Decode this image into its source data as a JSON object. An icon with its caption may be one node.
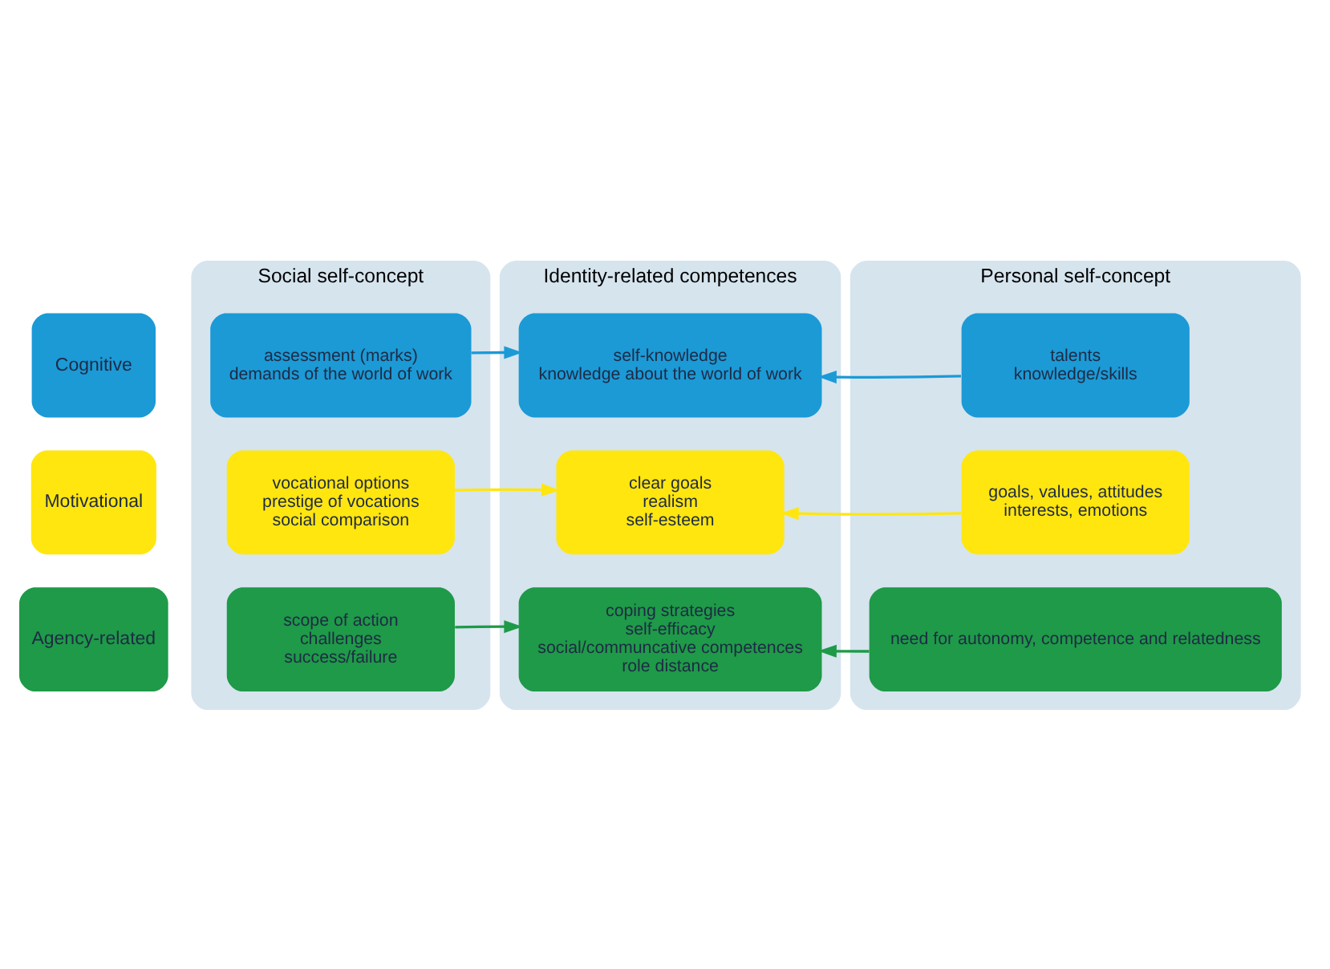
{
  "diagram": {
    "nodes": [
      {
        "text": [
          "Social self-concept"
        ]
      },
      {
        "text": [
          "Identity-related competences"
        ]
      },
      {
        "text": [
          "Personal self-concept"
        ]
      },
      {
        "text": [
          "Cognitive"
        ]
      },
      {
        "text": [
          "Motivational"
        ]
      },
      {
        "text": [
          "Agency-related"
        ]
      },
      {
        "text": [
          "assessment (marks)",
          "demands of the world of work"
        ],
        "in": 0
      },
      {
        "text": [
          "self-knowledge",
          "knowledge about the world of work"
        ],
        "in": 1
      },
      {
        "text": [
          "talents",
          "knowledge/skills"
        ],
        "in": 2
      },
      {
        "text": [
          "vocational options",
          "prestige of vocations",
          "social comparison"
        ],
        "in": 0
      },
      {
        "text": [
          "clear goals",
          "realism",
          "self-esteem"
        ],
        "in": 1
      },
      {
        "text": [
          "goals, values, attitudes",
          "interests, emotions"
        ],
        "in": 2
      },
      {
        "text": [
          "scope of action",
          "challenges",
          "success/failure"
        ],
        "in": 0
      },
      {
        "text": [
          "coping strategies",
          "self-efficacy",
          "social/communcative competences",
          "role distance"
        ],
        "in": 1
      },
      {
        "text": [
          "need for autonomy, competence and relatedness"
        ],
        "in": 2
      }
    ],
    "edges": [
      {
        "from": 6,
        "to": 7,
        "arrow": "to",
        "color": "#1b9ad6"
      },
      {
        "from": 8,
        "to": 7,
        "arrow": "to",
        "color": "#1b9ad6"
      },
      {
        "from": 9,
        "to": 10,
        "arrow": "to",
        "color": "#ffe60f"
      },
      {
        "from": 11,
        "to": 10,
        "arrow": "to",
        "color": "#ffe60f"
      },
      {
        "from": 12,
        "to": 13,
        "arrow": "to",
        "color": "#1e9a48"
      },
      {
        "from": 14,
        "to": 13,
        "arrow": "to",
        "color": "#1e9a48"
      }
    ]
  }
}
